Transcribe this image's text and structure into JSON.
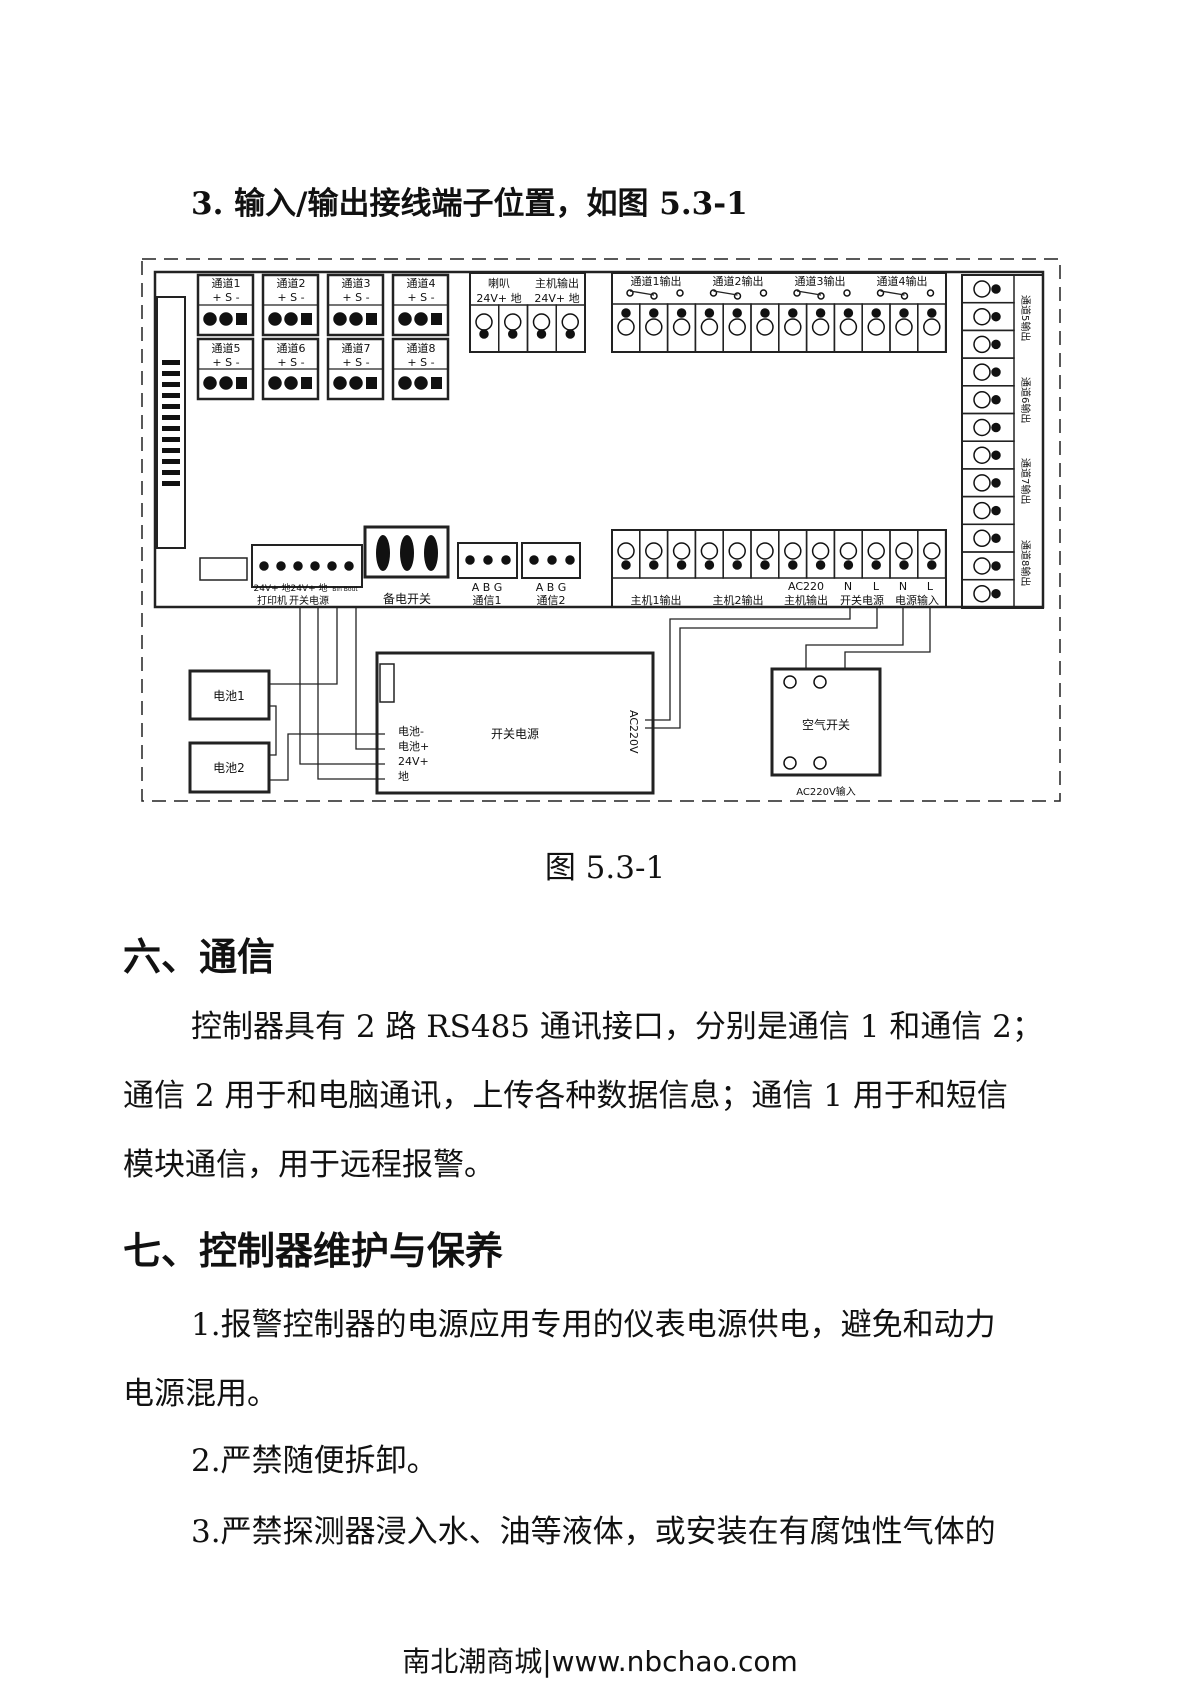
{
  "section_title": "3. 输入/输出接线端子位置，如图 5.3-1",
  "figure": {
    "caption": "图 5.3-1",
    "channels": [
      "通道1",
      "通道2",
      "通道3",
      "通道4",
      "通道5",
      "通道6",
      "通道7",
      "通道8"
    ],
    "channel_pins": "+ S -",
    "speaker": {
      "label": "喇叭",
      "pins": "24V+ 地"
    },
    "host_out": {
      "label": "主机输出",
      "pins": "24V+ 地"
    },
    "relay_top": [
      "通道1输出",
      "通道2输出",
      "通道3输出",
      "通道4输出"
    ],
    "relay_right": [
      "通道5输出",
      "通道6输出",
      "通道7输出",
      "通道8输出"
    ],
    "bottom_row": {
      "host1": "主机1输出",
      "host2": "主机2输出",
      "ac220": "AC220",
      "host_ac": "主机输出",
      "n": "N",
      "l": "L",
      "sw_power": "开关电源",
      "power_in": "电源输入"
    },
    "printer": {
      "pins": "24V+ 地",
      "label": "打印机"
    },
    "switch_power_pins": {
      "pins": "24V+ 地",
      "label": "开关电源"
    },
    "bat_pins": "Bin  Bout",
    "backup_switch": "备电开关",
    "comm1": {
      "pins": "A  B  G",
      "label": "通信1"
    },
    "comm2": {
      "pins": "A  B  G",
      "label": "通信2"
    },
    "battery1": "电池1",
    "battery2": "电池2",
    "psu": {
      "label": "开关电源",
      "pins": [
        "电池-",
        "电池+",
        "24V+",
        "地"
      ],
      "ac": "AC220V"
    },
    "air_switch": {
      "label": "空气开关",
      "input": "AC220V输入"
    }
  },
  "section6": {
    "heading": "六、通信",
    "lines": [
      "控制器具有 2 路 RS485 通讯接口，分别是通信 1 和通信 2；",
      "通信 2 用于和电脑通讯，上传各种数据信息；通信 1 用于和短信",
      "模块通信，用于远程报警。"
    ]
  },
  "section7": {
    "heading": "七、控制器维护与保养",
    "lines": [
      "1.报警控制器的电源应用专用的仪表电源供电，避免和动力",
      "电源混用。",
      "2.严禁随便拆卸。",
      "3.严禁探测器浸入水、油等液体，或安装在有腐蚀性气体的"
    ]
  },
  "footer": "南北潮商城|www.nbchao.com"
}
